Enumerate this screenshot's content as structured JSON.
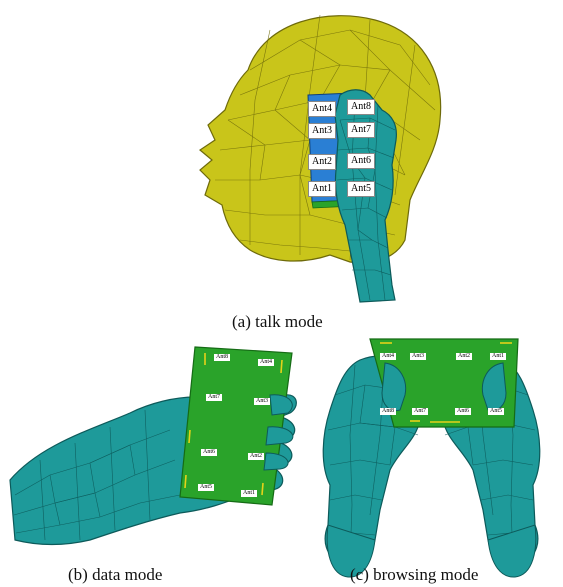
{
  "captions": {
    "a": "(a) talk mode",
    "b": "(b) data mode",
    "c": "(c) browsing mode"
  },
  "talk_mode": {
    "antennas": [
      "Ant4",
      "Ant8",
      "Ant3",
      "Ant7",
      "Ant2",
      "Ant6",
      "Ant1",
      "Ant5"
    ]
  },
  "data_mode": {
    "antennas": [
      "Ant8",
      "Ant4",
      "Ant7",
      "Ant3",
      "Ant6",
      "Ant2",
      "Ant5",
      "Ant1"
    ]
  },
  "browsing_mode": {
    "antennas": [
      "Ant4",
      "Ant3",
      "Ant2",
      "Ant1",
      "Ant8",
      "Ant7",
      "Ant6",
      "Ant5"
    ]
  },
  "colors": {
    "head": "#c9c51a",
    "head_edge": "#6e6a0a",
    "hand": "#1e9a9a",
    "hand_edge": "#0d5a5a",
    "phone": "#2aa32a",
    "phone_edge": "#156b15",
    "screen_blue": "#2a7fd4"
  }
}
